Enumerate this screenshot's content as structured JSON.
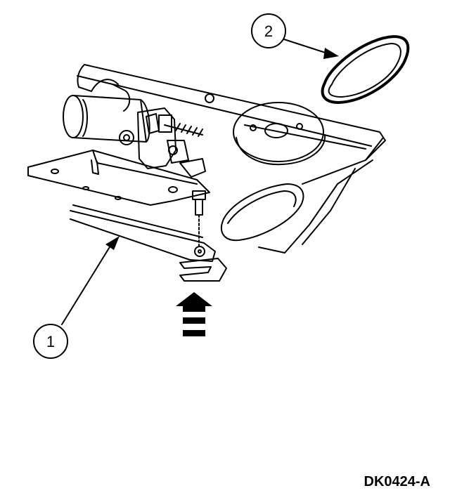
{
  "callouts": [
    {
      "id": "1",
      "label": "1"
    },
    {
      "id": "2",
      "label": "2"
    }
  ],
  "figure_code": "DK0424-A",
  "icons": [
    "install-direction-arrow-icon"
  ],
  "colors": {
    "ink": "#000000",
    "paper": "#ffffff"
  }
}
